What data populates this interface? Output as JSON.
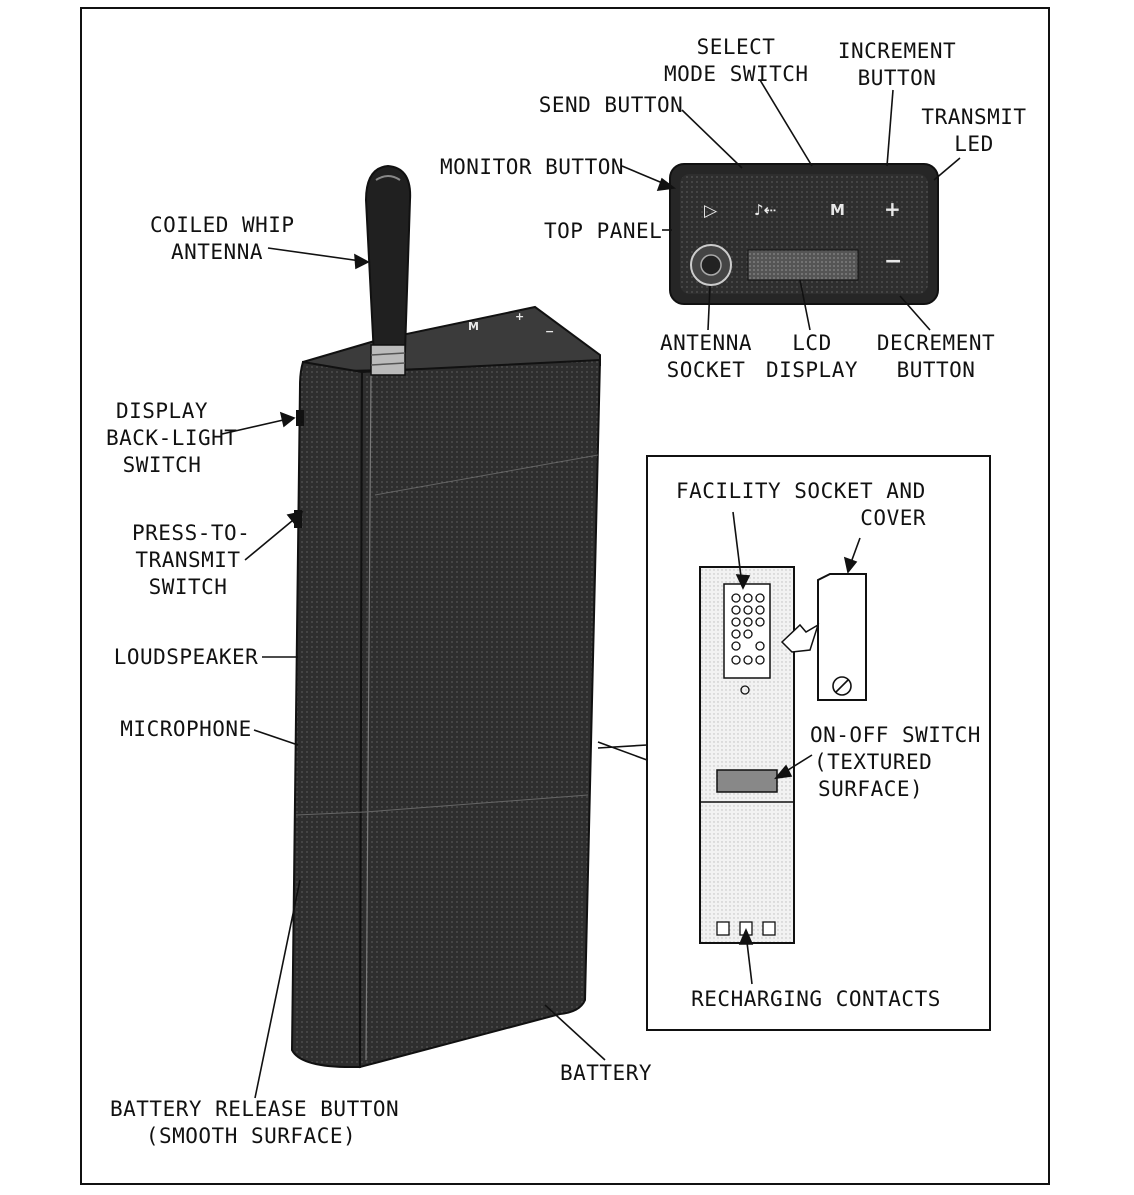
{
  "labels": {
    "coiled_whip_antenna": [
      "COILED WHIP",
      "ANTENNA"
    ],
    "display_backlight_switch": [
      "DISPLAY",
      "BACK-LIGHT",
      "SWITCH"
    ],
    "press_to_transmit_switch": [
      "PRESS-TO-",
      "TRANSMIT",
      "SWITCH"
    ],
    "loudspeaker": [
      "LOUDSPEAKER"
    ],
    "microphone": [
      "MICROPHONE"
    ],
    "battery_release_button": [
      "BATTERY RELEASE BUTTON",
      "(SMOOTH SURFACE)"
    ],
    "battery": [
      "BATTERY"
    ],
    "select_mode_switch": [
      "SELECT",
      "MODE SWITCH"
    ],
    "increment_button": [
      "INCREMENT",
      "BUTTON"
    ],
    "send_button": [
      "SEND BUTTON"
    ],
    "transmit_led": [
      "TRANSMIT",
      "LED"
    ],
    "monitor_button": [
      "MONITOR BUTTON"
    ],
    "top_panel": [
      "TOP PANEL"
    ],
    "antenna_socket": [
      "ANTENNA",
      "SOCKET"
    ],
    "lcd_display": [
      "LCD",
      "DISPLAY"
    ],
    "decrement_button": [
      "DECREMENT",
      "BUTTON"
    ],
    "facility_socket_cover": [
      "FACILITY SOCKET AND",
      "COVER"
    ],
    "on_off_switch": [
      "ON-OFF SWITCH",
      "(TEXTURED",
      "SURFACE)"
    ],
    "recharging_contacts": [
      "RECHARGING CONTACTS"
    ]
  },
  "panel_glyphs": {
    "monitor": "▷",
    "send": "♪⇠",
    "mode": "M",
    "increment": "+",
    "decrement": "−"
  },
  "colors": {
    "ink": "#111111",
    "body_dark": "#2b2b2b",
    "body_mid": "#3a3a3a",
    "panel_light": "#e2e2e2"
  }
}
